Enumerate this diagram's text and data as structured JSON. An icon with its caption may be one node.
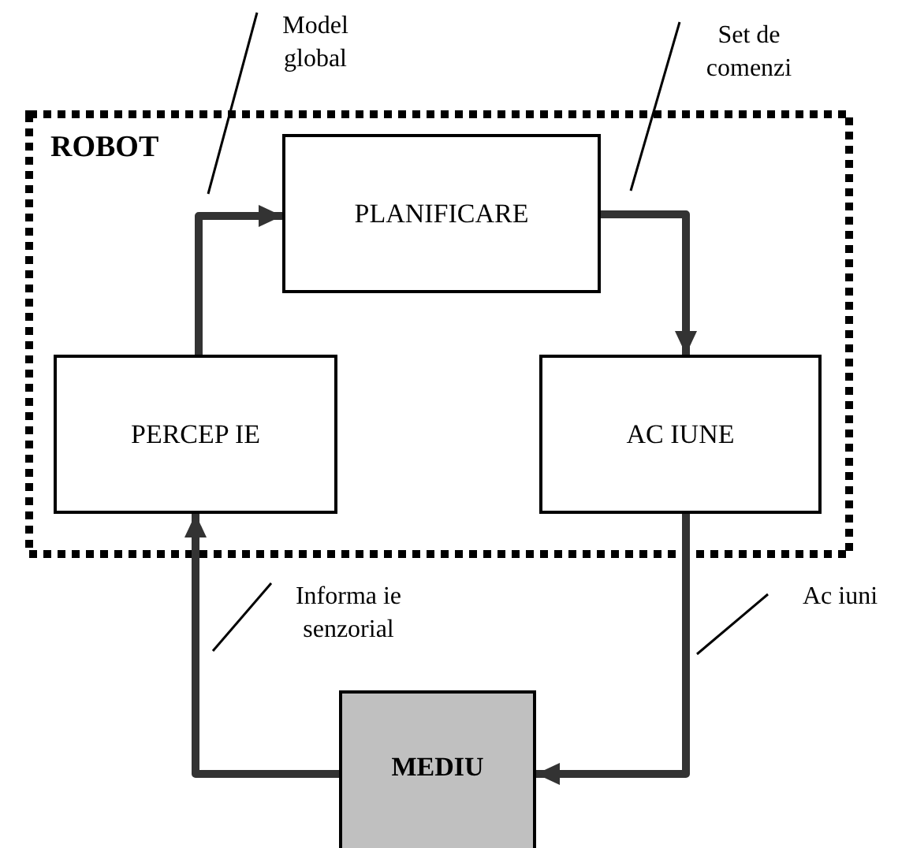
{
  "diagram": {
    "nodes": [
      {
        "text": [
          "ROBOT"
        ]
      },
      {
        "text": [
          "PLANIFICARE"
        ],
        "in": 0
      },
      {
        "text": [
          "PERCEP IE"
        ],
        "in": 0
      },
      {
        "text": [
          "AC IUNE"
        ],
        "in": 0
      },
      {
        "text": [
          "MEDIU"
        ]
      },
      {
        "text": [
          "Model global"
        ]
      },
      {
        "text": [
          "Set de comenzi"
        ]
      },
      {
        "text": [
          "Informa ie senzorial"
        ]
      },
      {
        "text": [
          "Ac iuni"
        ]
      }
    ],
    "edges": [
      {
        "from": 2,
        "to": 1,
        "arrow": "to",
        "style": "thick"
      },
      {
        "from": 1,
        "to": 3,
        "arrow": "to",
        "style": "thick"
      },
      {
        "from": 3,
        "to": 4,
        "arrow": "to",
        "style": "thick"
      },
      {
        "from": 4,
        "to": 2,
        "arrow": "to",
        "style": "thick"
      },
      {
        "from": 5,
        "to": null,
        "arrow": "none"
      },
      {
        "from": 6,
        "to": null,
        "arrow": "none"
      },
      {
        "from": 7,
        "to": null,
        "arrow": "none"
      },
      {
        "from": 8,
        "to": null,
        "arrow": "none"
      }
    ]
  }
}
